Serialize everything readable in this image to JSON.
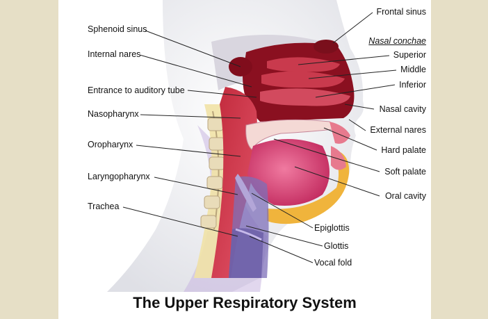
{
  "title": "The Upper Respiratory System",
  "left_labels": {
    "sphenoid_sinus": "Sphenoid sinus",
    "internal_nares": "Internal nares",
    "entrance_auditory_tube": "Entrance to auditory tube",
    "nasopharynx": "Nasopharynx",
    "oropharynx": "Oropharynx",
    "laryngopharynx": "Laryngopharynx",
    "trachea": "Trachea"
  },
  "right_labels": {
    "frontal_sinus": "Frontal sinus",
    "nasal_conchae": "Nasal conchae",
    "superior": "Superior",
    "middle": "Middle",
    "inferior": "Inferior",
    "nasal_cavity": "Nasal cavity",
    "external_nares": "External nares",
    "hard_palate": "Hard palate",
    "soft_palate": "Soft palate",
    "oral_cavity": "Oral cavity",
    "epiglottis": "Epiglottis",
    "glottis": "Glottis",
    "vocal_fold": "Vocal fold"
  }
}
